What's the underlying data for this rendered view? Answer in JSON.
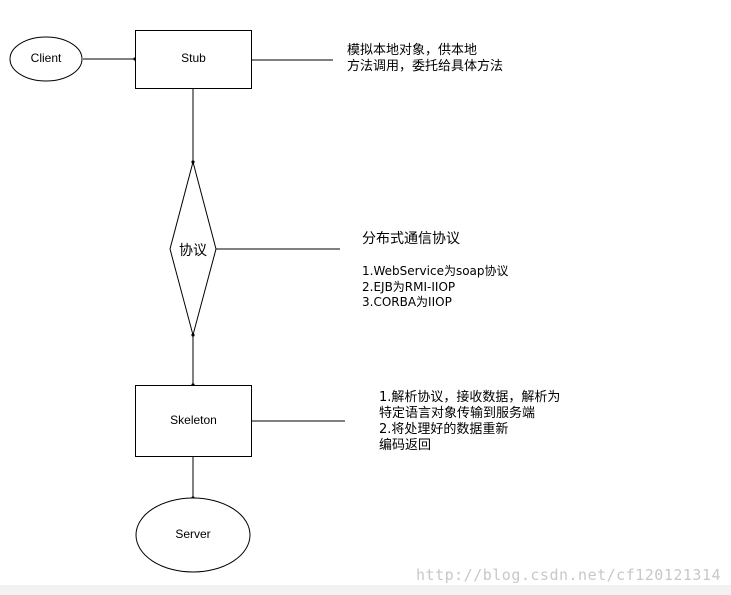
{
  "nodes": {
    "client": "Client",
    "stub": "Stub",
    "protocol": "协议",
    "skeleton": "Skeleton",
    "server": "Server"
  },
  "notes": {
    "stub": [
      "模拟本地对象，供本地",
      "方法调用，委托给具体方法"
    ],
    "protocol_title": "分布式通信协议",
    "protocol_items": [
      "1.WebService为soap协议",
      "2.EJB为RMI-IIOP",
      "3.CORBA为IIOP"
    ],
    "skeleton": [
      "1.解析协议，接收数据，解析为",
      "特定语言对象传输到服务端",
      "2.将处理好的数据重新",
      "编码返回"
    ]
  },
  "watermark": "http://blog.csdn.net/cf120121314"
}
